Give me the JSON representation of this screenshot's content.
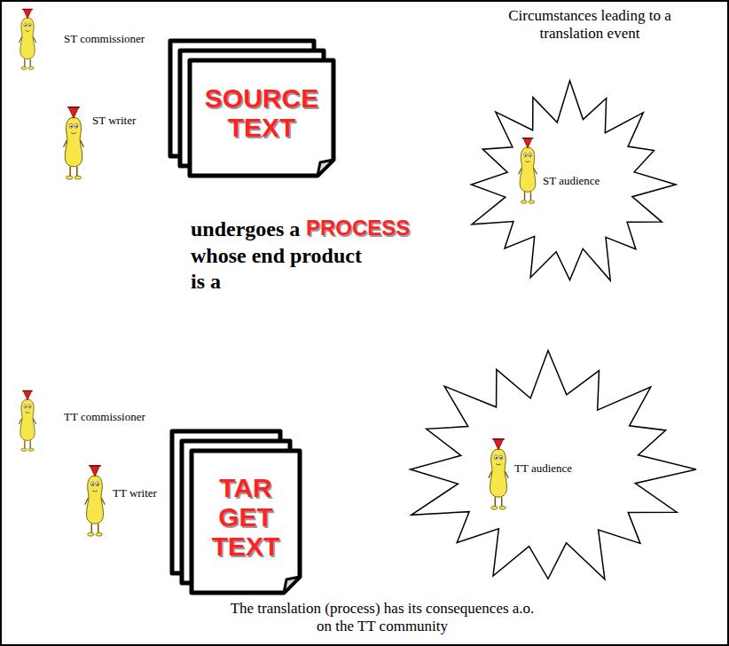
{
  "diagram": {
    "title": "Circumstances leading to a translation event",
    "caption": "The translation (process) has its consequences a.o. on the TT community",
    "nodes": [
      {
        "text": [
          "SOURCE TEXT"
        ]
      },
      {
        "text": [
          "ST audience"
        ]
      },
      {
        "text": [
          "TAR GET TEXT"
        ]
      },
      {
        "text": [
          "TT audience"
        ]
      }
    ],
    "labels": [
      "ST commissioner",
      "ST writer",
      "undergoes a",
      "PROCESS",
      "whose end product is a",
      "TT commissioner",
      "TT writer"
    ]
  }
}
